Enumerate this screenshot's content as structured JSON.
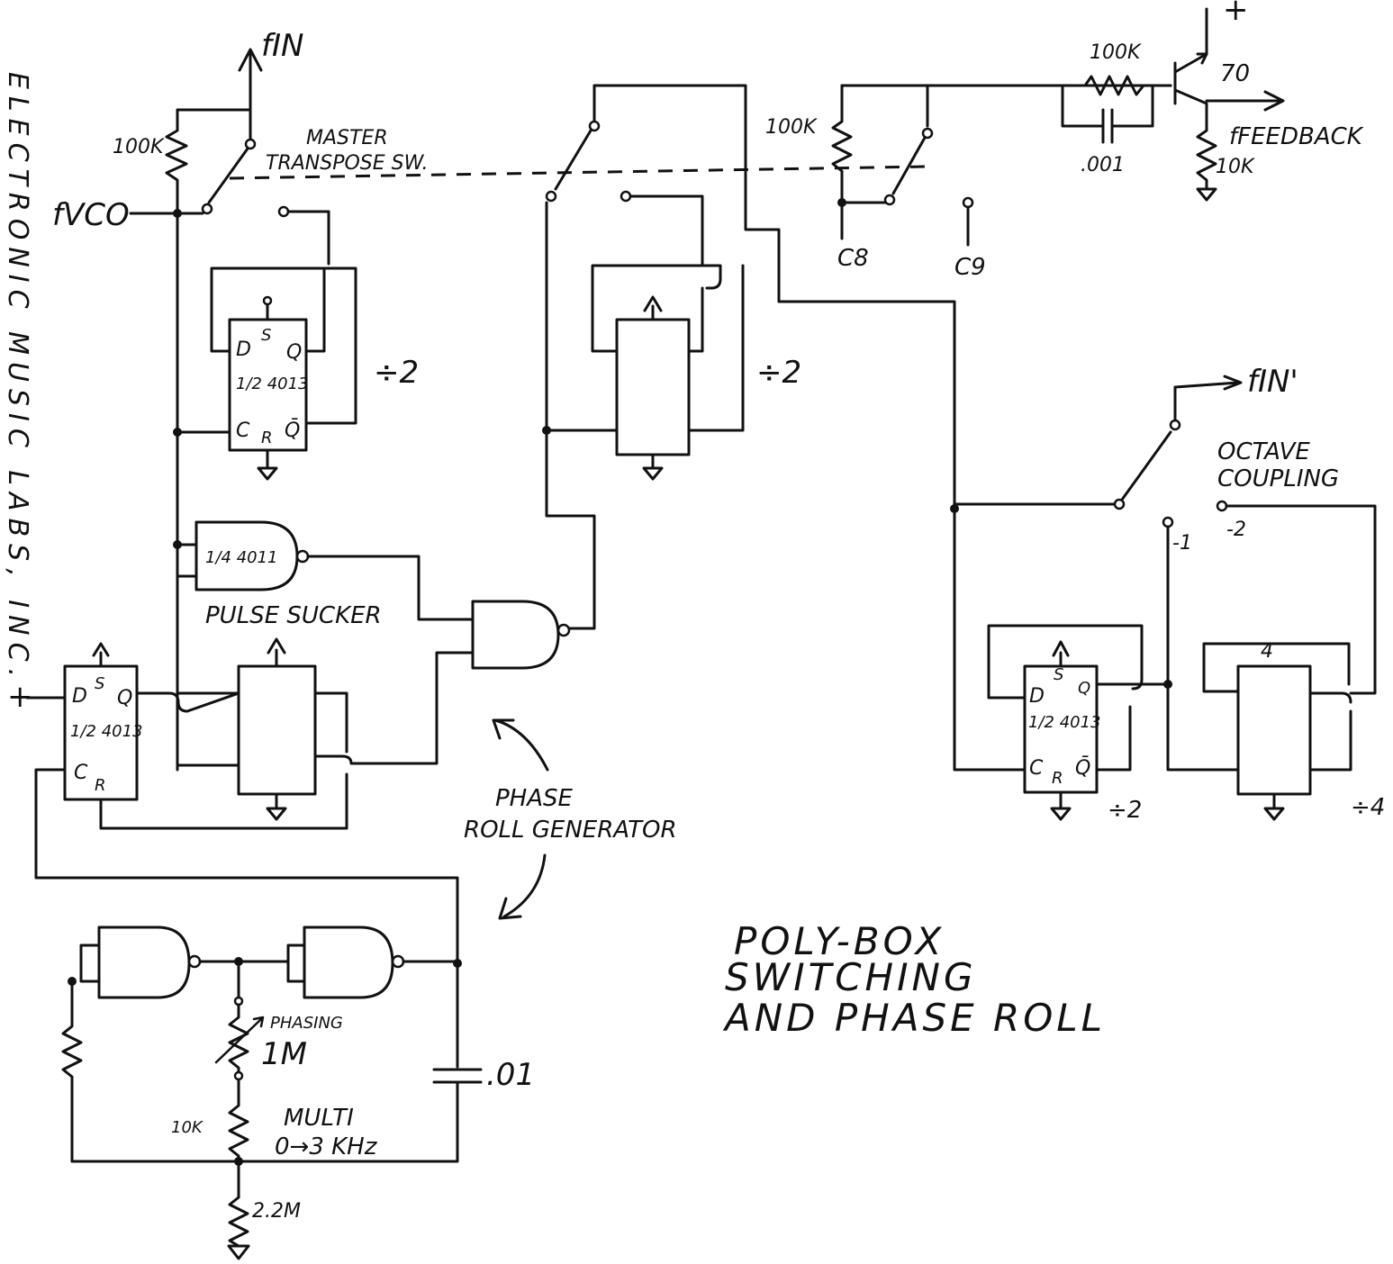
{
  "side_label": "ELECTRONIC MUSIC LABS, INC.",
  "title_lines": [
    "POLY-BOX",
    "SWITCHING",
    "AND PHASE ROLL"
  ],
  "signals": {
    "f_in": "fIN",
    "f_vco": "fVCO",
    "f_feedback": "fFEEDBACK",
    "f_in_prime": "fIN'",
    "plus": "+"
  },
  "components": {
    "r_100k_left": "100K",
    "r_100k_mid": "100K",
    "r_100k_top": "100K",
    "c_001": ".001",
    "r_10k_top": "10K",
    "transistor": "70",
    "c8": "C8",
    "c9": "C9",
    "nand_label": "1/4 4011",
    "ff_label": "1/2 4013",
    "phasing_pot": "PHASING",
    "phasing_value": "1M",
    "r_10k_bottom": "10K",
    "r_2_2m": "2.2M",
    "c_01": ".01",
    "multi_line1": "MULTI",
    "multi_line2": "0→3 KHz"
  },
  "labels": {
    "master_transpose_line1": "MASTER",
    "master_transpose_line2": "TRANSPOSE SW.",
    "pulse_sucker": "PULSE SUCKER",
    "phase_roll_line1": "PHASE",
    "phase_roll_line2": "ROLL GENERATOR",
    "octave_coupling_line1": "OCTAVE",
    "octave_coupling_line2": "COUPLING",
    "div2_a": "÷2",
    "div2_b": "÷2",
    "div2_c": "÷2",
    "div4": "÷4",
    "minus1": "-1",
    "minus2": "-2",
    "pin_d": "D",
    "pin_s": "S",
    "pin_q": "Q",
    "pin_c": "C",
    "pin_r": "R",
    "pin_qbar": "Q̄",
    "supply": "4"
  }
}
